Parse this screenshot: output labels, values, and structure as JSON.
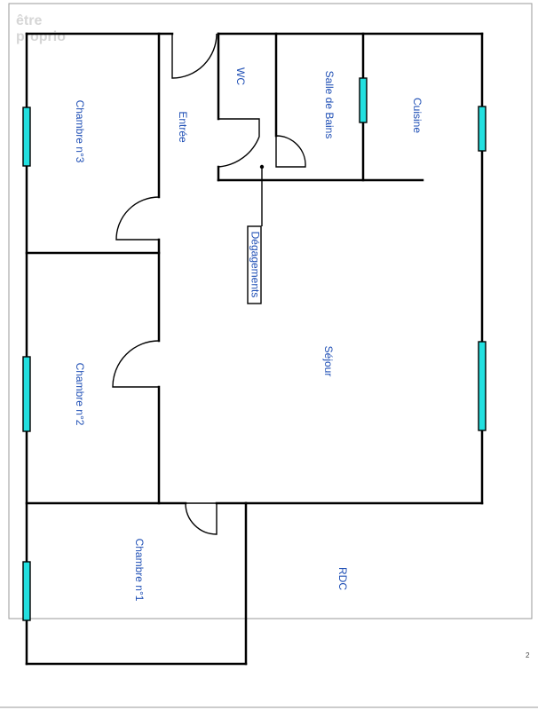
{
  "watermark": {
    "line1": "être",
    "line2": "proprio"
  },
  "rooms": {
    "chambre3": "Chambre n°3",
    "entree": "Entrée",
    "wc": "WC",
    "salle_de_bains": "Salle de Bains",
    "cuisine": "Cuisine",
    "degagements": "Dégagements",
    "sejour": "Séjour",
    "chambre2": "Chambre n°2",
    "chambre1": "Chambre n°1"
  },
  "level_label": "RDC",
  "page_number": "2",
  "colors": {
    "wall": "#000000",
    "window": "#22e0e0",
    "label": "#1f4fb5"
  }
}
